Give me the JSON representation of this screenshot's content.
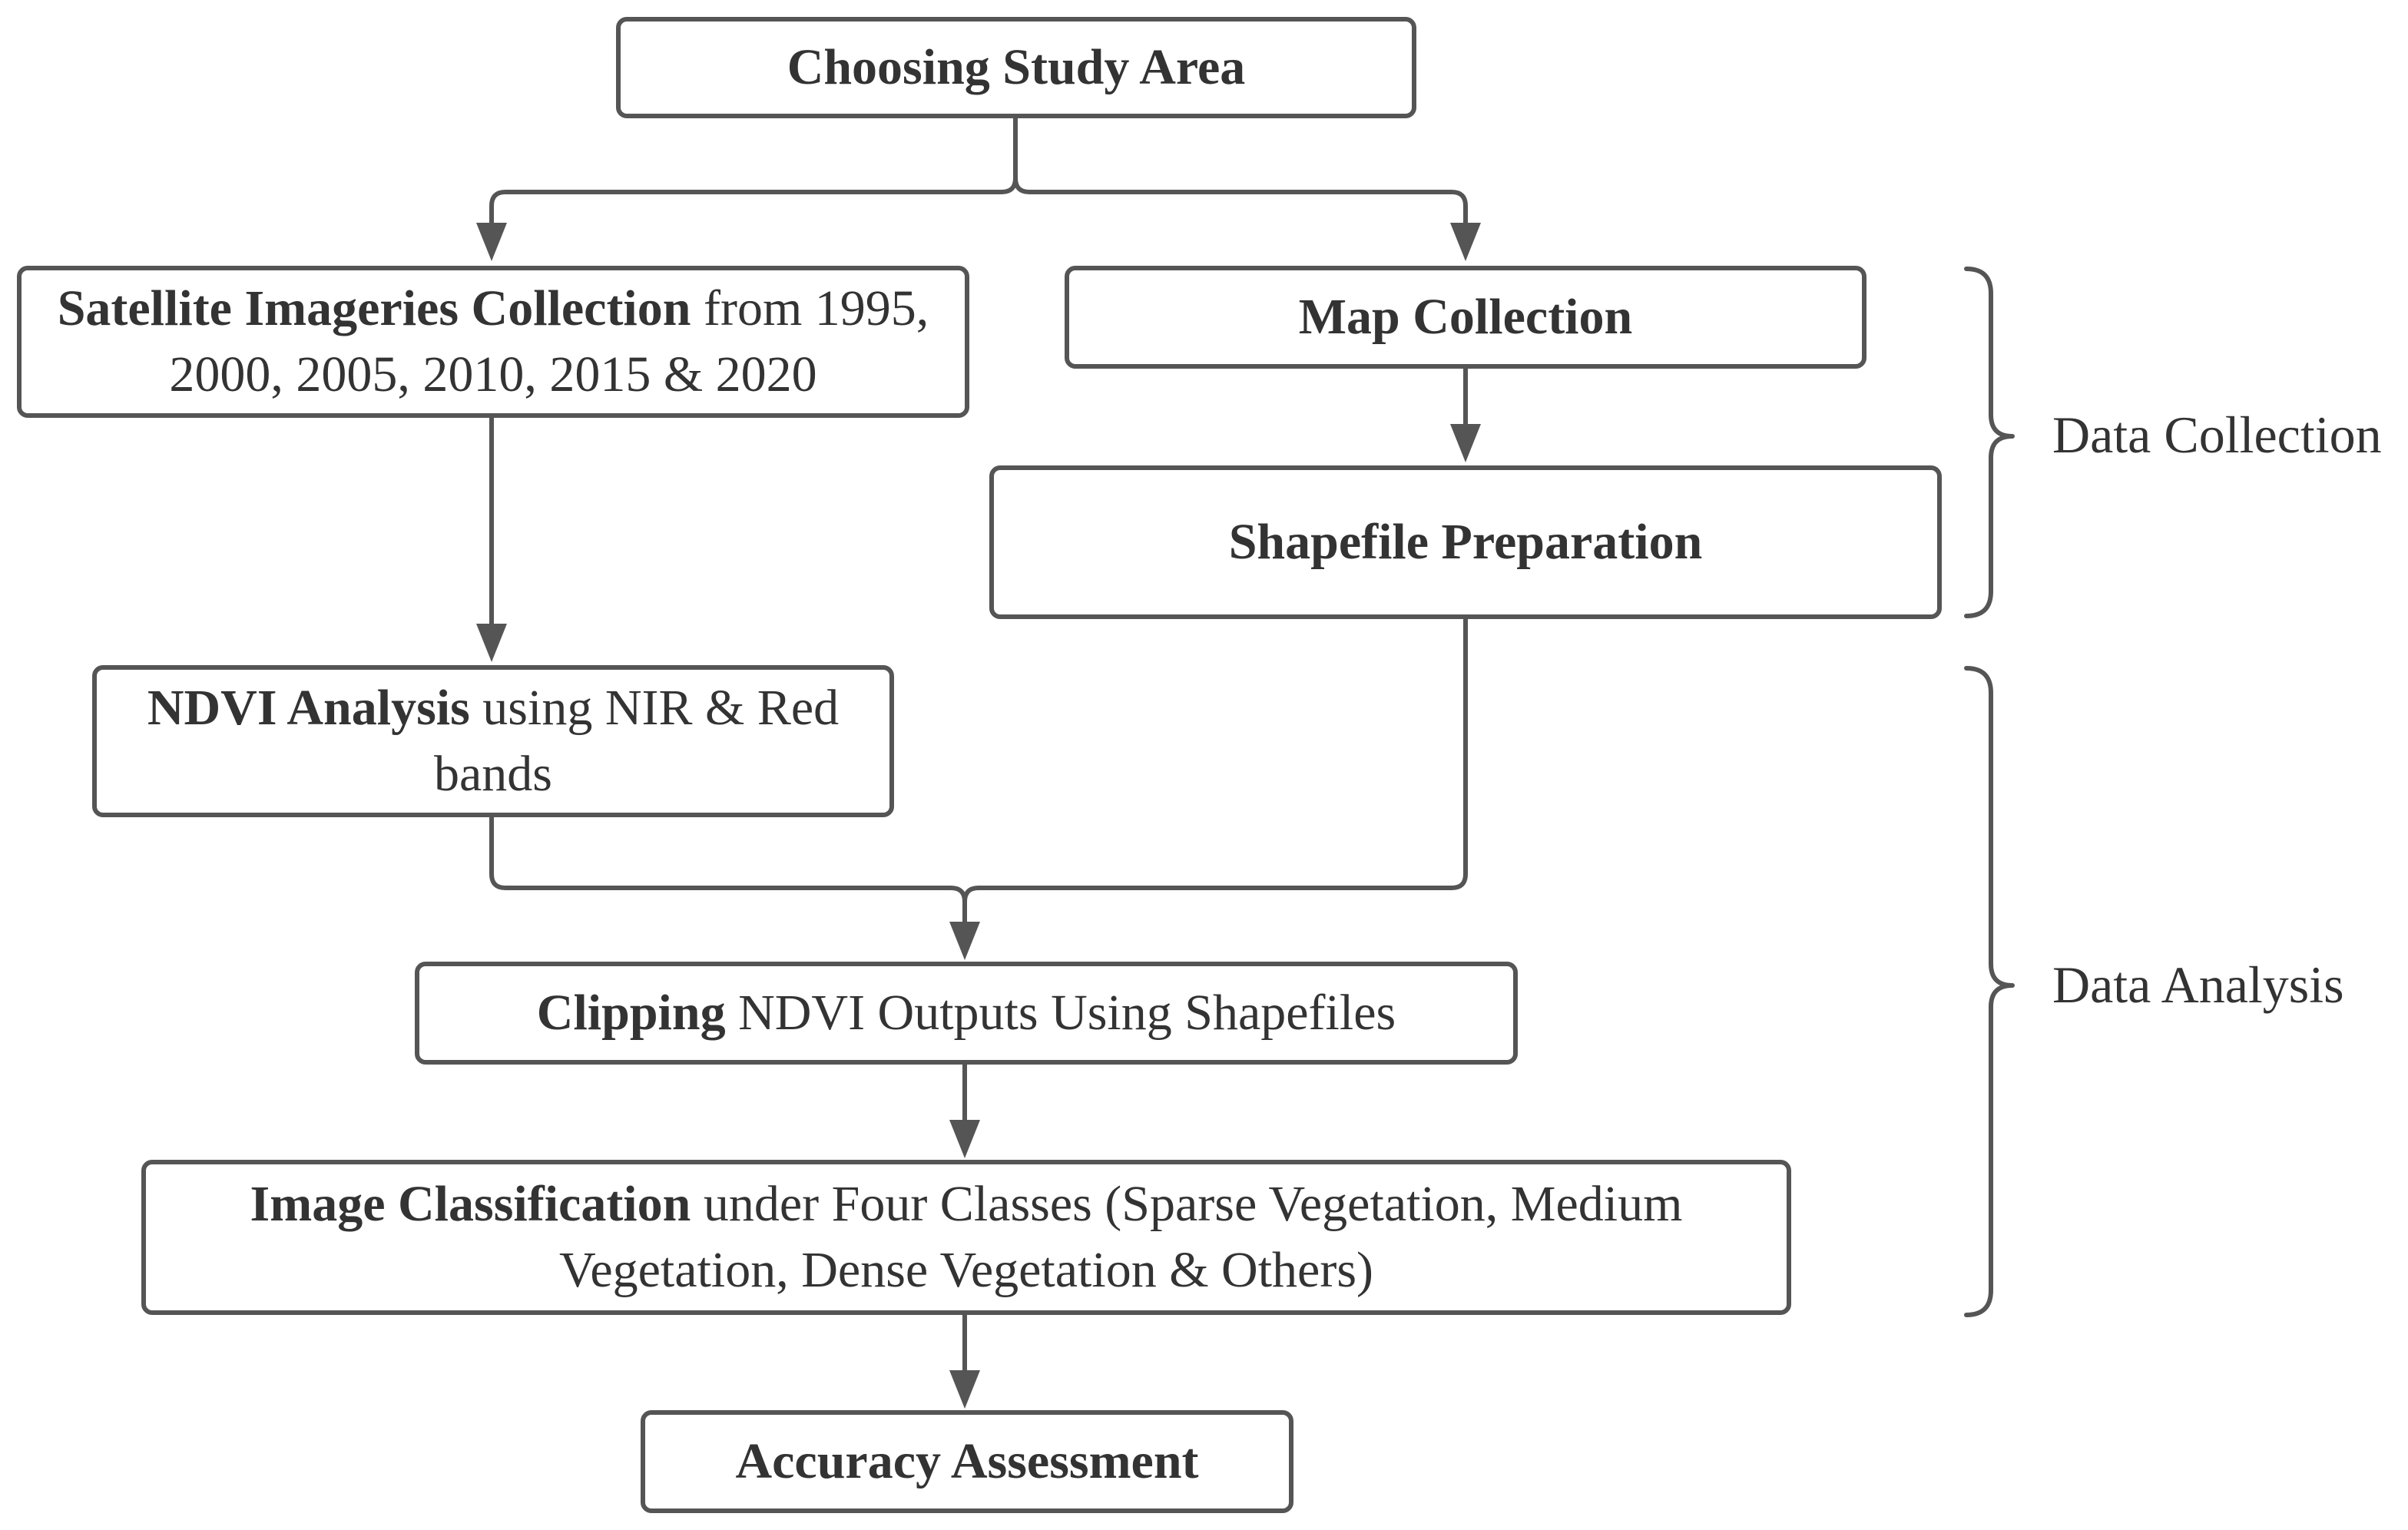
{
  "nodes": {
    "study_area": {
      "bold": "Choosing Study Area",
      "rest": ""
    },
    "satellite": {
      "bold": "Satellite Imageries Collection",
      "rest": " from 1995, 2000, 2005, 2010, 2015 & 2020"
    },
    "map": {
      "bold": "Map Collection",
      "rest": ""
    },
    "shapefile": {
      "bold": "Shapefile Preparation",
      "rest": ""
    },
    "ndvi": {
      "bold": "NDVI Analysis",
      "rest": " using NIR & Red bands"
    },
    "clipping": {
      "bold": "Clipping",
      "rest": " NDVI Outputs Using Shapefiles"
    },
    "classification": {
      "bold": "Image Classification",
      "rest": " under Four Classes (Sparse Vegetation, Medium Vegetation, Dense Vegetation & Others)"
    },
    "accuracy": {
      "bold": "Accuracy Assessment",
      "rest": ""
    }
  },
  "groups": {
    "collection": "Data Collection",
    "analysis": "Data Analysis"
  },
  "colors": {
    "stroke": "#555555",
    "text": "#333333"
  }
}
